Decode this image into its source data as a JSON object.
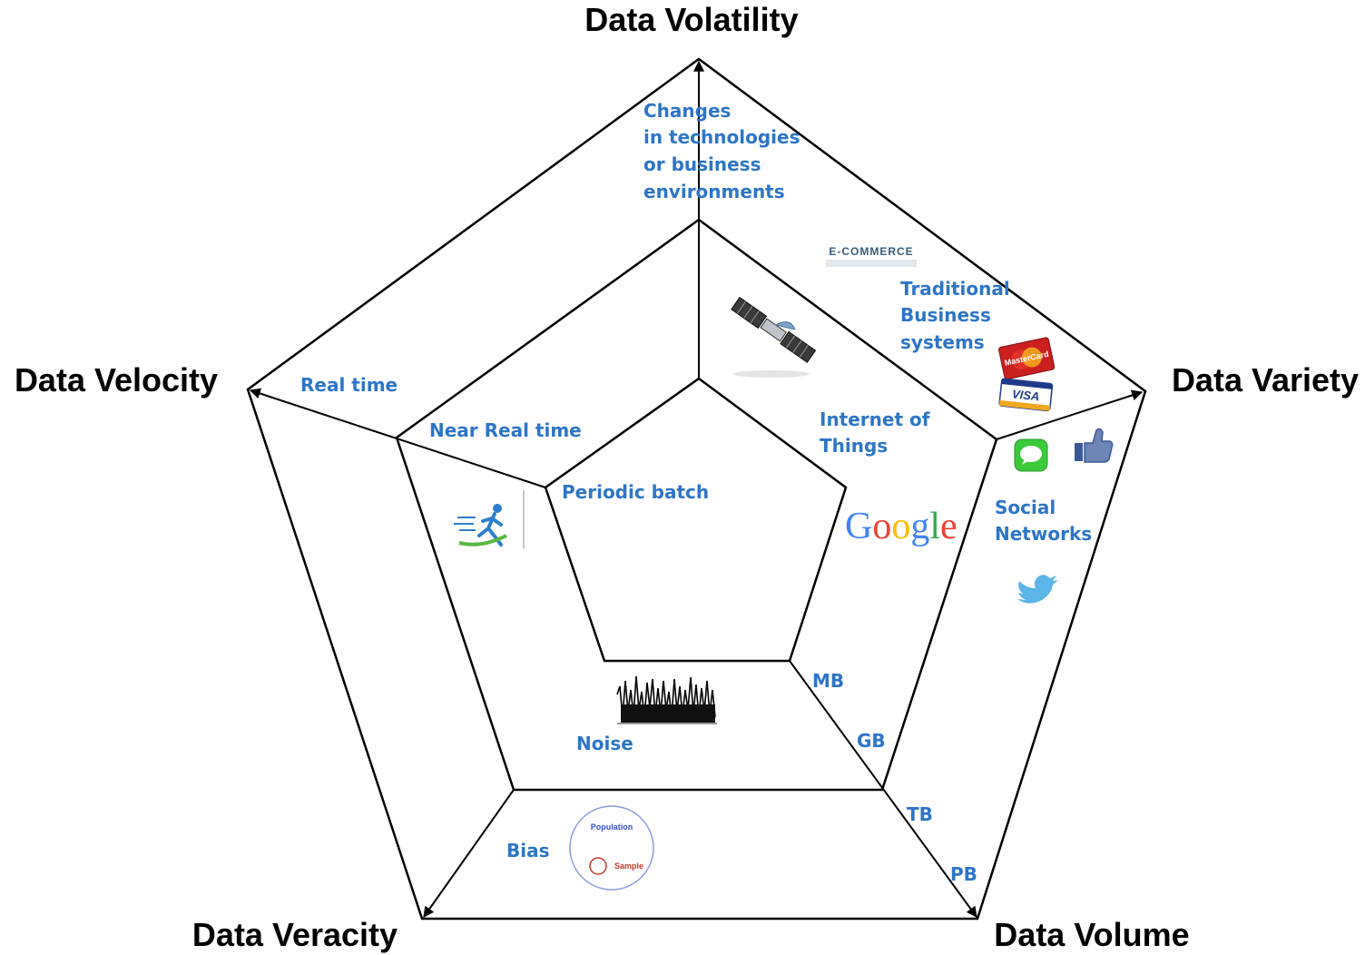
{
  "axes": {
    "volatility": {
      "title": "Data Volatility",
      "levels": [
        "Changes",
        "in technologies",
        "or business",
        "environments"
      ]
    },
    "variety": {
      "title": "Data Variety",
      "levels": {
        "internet_of_things": [
          "Internet of",
          "Things"
        ],
        "traditional_business": [
          "Traditional",
          "Business",
          "systems"
        ],
        "social_networks": [
          "Social",
          "Networks"
        ]
      }
    },
    "volume": {
      "title": "Data Volume",
      "levels": [
        "MB",
        "GB",
        "TB",
        "PB"
      ]
    },
    "veracity": {
      "title": "Data Veracity",
      "levels": [
        "Noise",
        "Bias"
      ]
    },
    "velocity": {
      "title": "Data Velocity",
      "levels": [
        "Periodic batch",
        "Near Real time",
        "Real time"
      ]
    }
  },
  "pictograms": {
    "ecommerce": "E-COMMERCE",
    "google": [
      "G",
      "o",
      "o",
      "g",
      "l",
      "e"
    ],
    "population_sample": {
      "population": "Population",
      "sample": "Sample"
    },
    "cards": {
      "mastercard": "MasterCard",
      "visa": "VISA"
    }
  },
  "icons": [
    "satellite-icon",
    "ecommerce-logo",
    "credit-cards-icon",
    "message-bubble-icon",
    "thumbs-up-icon",
    "twitter-bird-icon",
    "google-logo",
    "runner-icon",
    "noise-signal-icon",
    "population-sample-icon"
  ],
  "colors": {
    "label_blue": "#2e75c7",
    "lines": "#000000",
    "google": [
      "#4285f4",
      "#ea4335",
      "#fbbc05",
      "#4285f4",
      "#34a853",
      "#ea4335"
    ]
  }
}
